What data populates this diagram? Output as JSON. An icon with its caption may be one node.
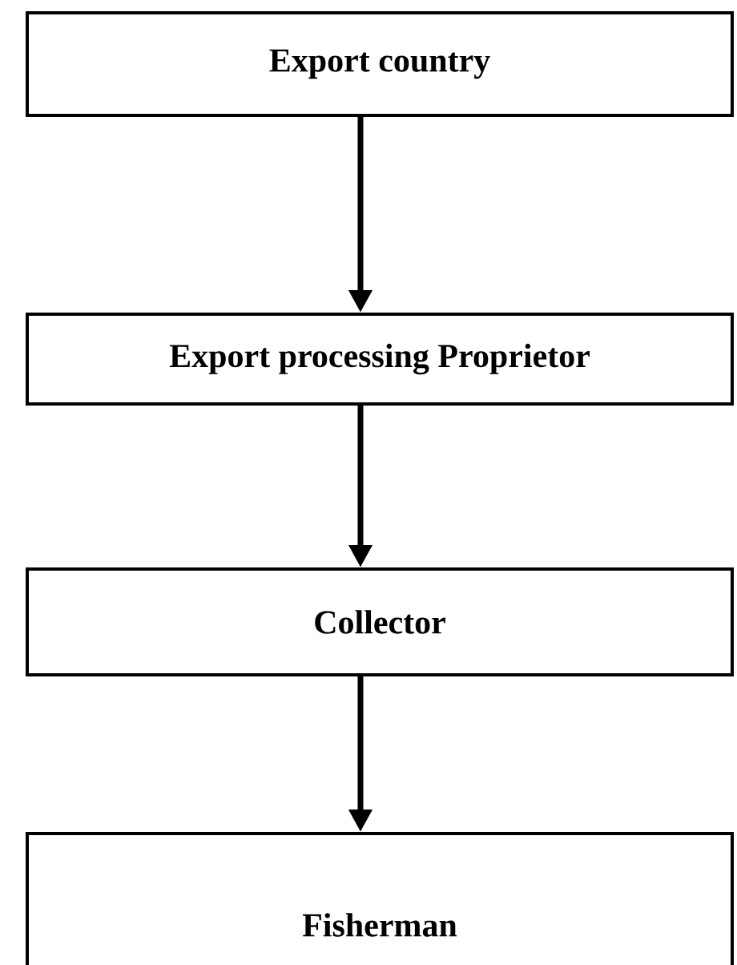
{
  "diagram": {
    "nodes": [
      {
        "text": [
          "Export country"
        ]
      },
      {
        "text": [
          "Export processing Proprietor"
        ]
      },
      {
        "text": [
          "Collector"
        ]
      },
      {
        "text": [
          "Fisherman"
        ]
      }
    ],
    "edges": [
      {
        "from": 0,
        "to": 1,
        "arrow": "to"
      },
      {
        "from": 1,
        "to": 2,
        "arrow": "to"
      },
      {
        "from": 2,
        "to": 3,
        "arrow": "to"
      }
    ]
  }
}
